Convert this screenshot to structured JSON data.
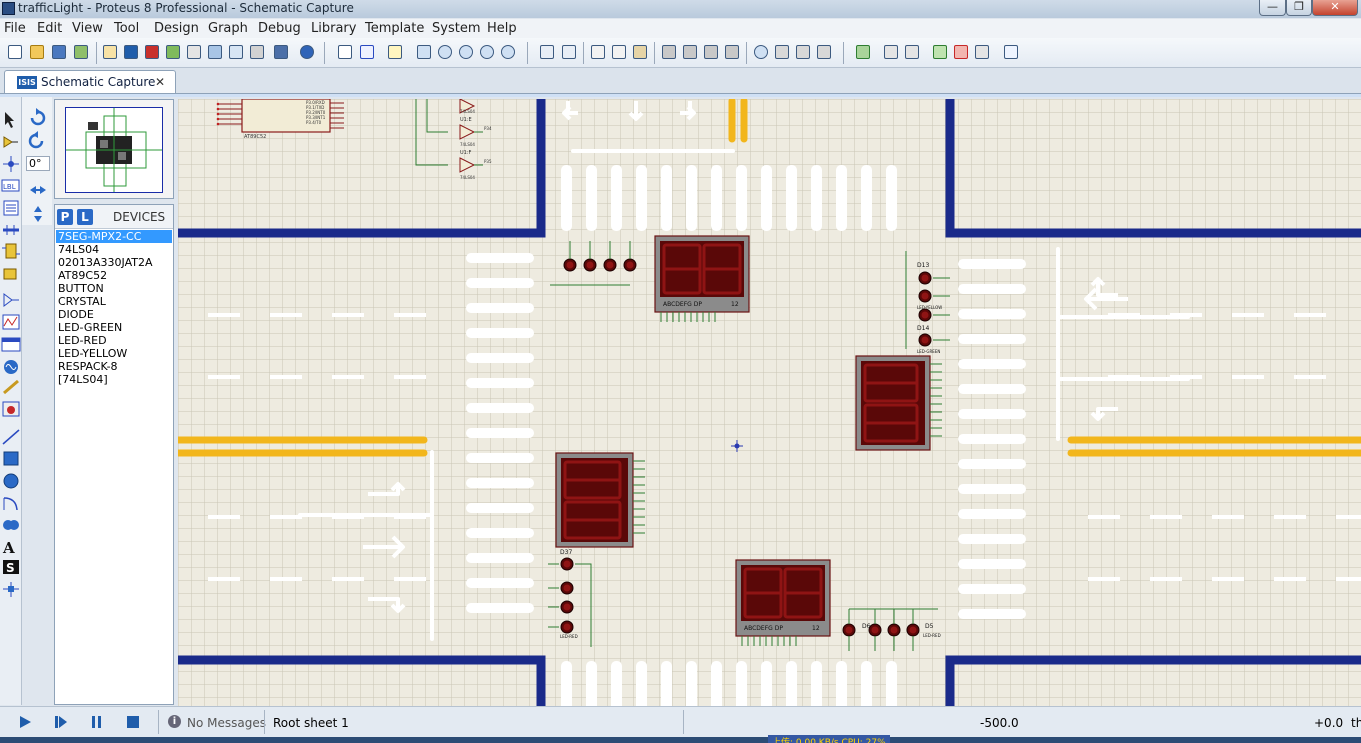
{
  "window": {
    "title": "trafficLight - Proteus 8 Professional - Schematic Capture"
  },
  "window_buttons": {
    "minimize": "—",
    "maximize": "❐",
    "close": "✕"
  },
  "menu": [
    "File",
    "Edit",
    "View",
    "Tool",
    "Design",
    "Graph",
    "Debug",
    "Library",
    "Template",
    "System",
    "Help"
  ],
  "tab": {
    "icon": "ISIS",
    "label": "Schematic Capture",
    "close": "✕"
  },
  "rotation": {
    "angle": "0°"
  },
  "devices": {
    "header": "DEVICES",
    "p_button": "P",
    "l_button": "L",
    "items": [
      "7SEG-MPX2-CC",
      "74LS04",
      "02013A330JAT2A",
      "AT89C52",
      "BUTTON",
      "CRYSTAL",
      "DIODE",
      "LED-GREEN",
      "LED-RED",
      "LED-YELLOW",
      "RESPACK-8",
      "[74LS04]"
    ],
    "selected": 0
  },
  "schematic": {
    "gate_refs": [
      "U1:E",
      "U1:F"
    ],
    "gate_parts": [
      "74LS04",
      "74LS04",
      "74LS04"
    ],
    "pins_top": [
      "P34",
      "P35"
    ],
    "mcu_pins": [
      "P3.0/RXD",
      "P3.1/TXD",
      "P3.2/INT0",
      "P3.3/INT1",
      "P3.4/T0",
      "P3.5/T1",
      "P3.6/WR",
      "P3.7/RD"
    ],
    "mcu_ref": "AT89C52",
    "seg_pins": "ABCDEFG  DP",
    "seg_digits": "12",
    "led_refs": [
      "D13",
      "D14",
      "D37",
      "D5",
      "D6"
    ],
    "led_parts": [
      "LED-RED",
      "LED-YELLOW",
      "LED-GREEN"
    ]
  },
  "status": {
    "messages": "No Messages",
    "sheet": "Root sheet 1",
    "x": "-500.0",
    "y": "+0.0",
    "unit": "th"
  },
  "taskbar": {
    "net": "上传: 0.00 KB/s  CPU: 27%"
  }
}
